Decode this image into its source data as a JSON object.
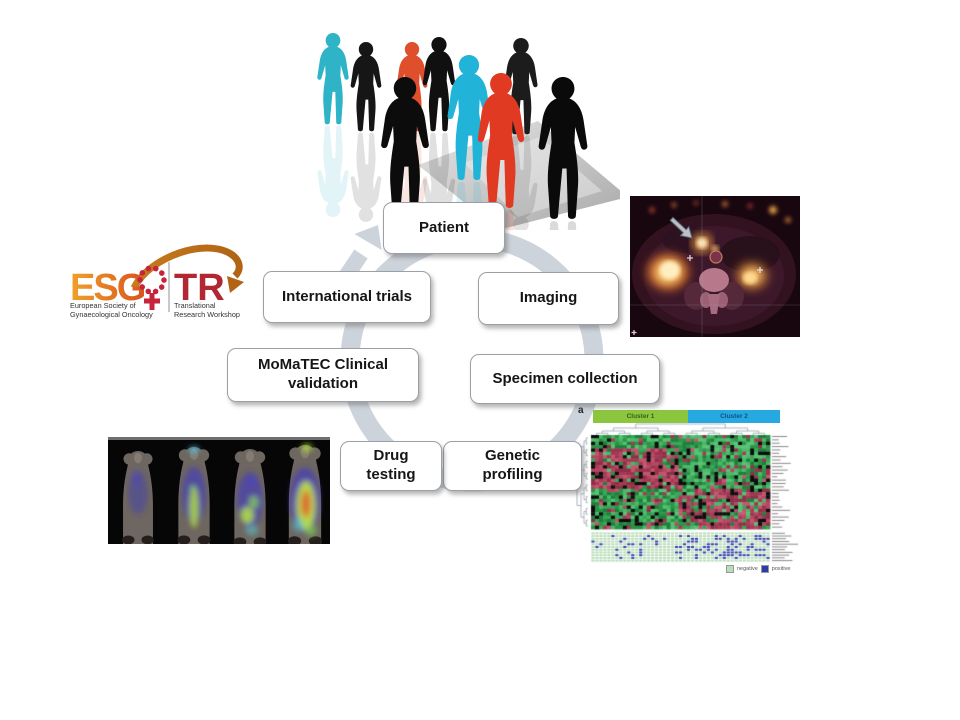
{
  "logo": {
    "esg": "ESG",
    "tr": "TR",
    "caption_left_1": "European Society of",
    "caption_left_2": "Gynaecological Oncology",
    "caption_right_1": "Translational",
    "caption_right_2": "Research Workshop",
    "colors": {
      "orange": "#e8941f",
      "red": "#b22832",
      "swoosh": "#cf831f"
    }
  },
  "cycle": {
    "ring_color": "#cdd3db",
    "nodes": [
      {
        "id": "patient",
        "label": "Patient"
      },
      {
        "id": "imaging",
        "label": "Imaging"
      },
      {
        "id": "specimen-collection",
        "label": "Specimen collection"
      },
      {
        "id": "genetic-profiling",
        "label": "Genetic\nprofiling"
      },
      {
        "id": "drug-testing",
        "label": "Drug\ntesting"
      },
      {
        "id": "momatec-clinical-validation",
        "label": "MoMaTEC Clinical\nvalidation"
      },
      {
        "id": "international-trials",
        "label": "International trials"
      }
    ]
  },
  "heatmap_figure": {
    "panel_label": "a",
    "cluster1_label": "Cluster 1",
    "cluster2_label": "Cluster 2",
    "cluster1_color": "#8cc63e",
    "cluster2_color": "#26a9e0",
    "legend": [
      {
        "label": "negative",
        "color": "#b9dcb9"
      },
      {
        "label": "positive",
        "color": "#2c3da3"
      }
    ],
    "cells": {
      "cols": 45,
      "rows_expression": 28,
      "rows_binary": 11,
      "split_col": 22,
      "expression_colors": {
        "up": "#35a855",
        "down": "#a63a55",
        "absent": "#0d0d0d"
      }
    }
  }
}
